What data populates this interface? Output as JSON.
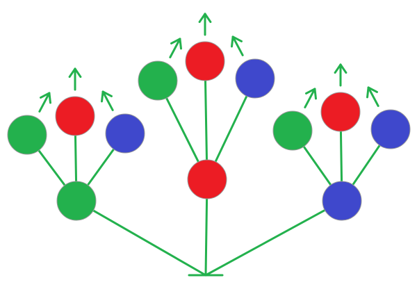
{
  "colors": {
    "green": "#23b14d",
    "red": "#ec1c24",
    "blue": "#3f48cc",
    "edge": "#23b14d",
    "outline": "#999999",
    "background": "#ffffff"
  },
  "tree": {
    "root": {
      "name": "root",
      "color": "green"
    },
    "level1": [
      {
        "name": "node-left",
        "color": "green"
      },
      {
        "name": "node-center",
        "color": "red"
      },
      {
        "name": "node-right",
        "color": "blue"
      }
    ],
    "level2": [
      {
        "name": "leaf-left-green",
        "color": "green",
        "parent": "node-left"
      },
      {
        "name": "leaf-left-red",
        "color": "red",
        "parent": "node-left"
      },
      {
        "name": "leaf-left-blue",
        "color": "blue",
        "parent": "node-left"
      },
      {
        "name": "leaf-center-green",
        "color": "green",
        "parent": "node-center"
      },
      {
        "name": "leaf-center-red",
        "color": "red",
        "parent": "node-center"
      },
      {
        "name": "leaf-center-blue",
        "color": "blue",
        "parent": "node-center"
      },
      {
        "name": "leaf-right-green",
        "color": "green",
        "parent": "node-right"
      },
      {
        "name": "leaf-right-red",
        "color": "red",
        "parent": "node-right"
      },
      {
        "name": "leaf-right-blue",
        "color": "blue",
        "parent": "node-right"
      }
    ]
  }
}
